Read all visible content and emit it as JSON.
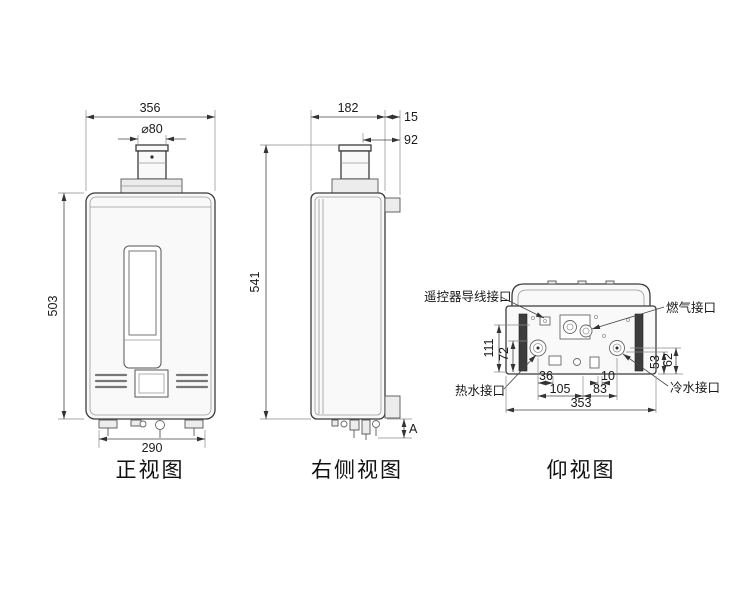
{
  "front": {
    "title": "正视图",
    "dim_width": "356",
    "dim_flue": "⌀80",
    "dim_height": "503",
    "dim_bottom": "290"
  },
  "side": {
    "title": "右侧视图",
    "dim_depth": "182",
    "dim_back": "15",
    "dim_flue_offset": "92",
    "dim_height": "541",
    "dim_a": "A"
  },
  "bottom": {
    "title": "仰视图",
    "label_remote": "遥控器导线接口",
    "label_gas": "燃气接口",
    "label_hot": "热水接口",
    "label_cold": "冷水接口",
    "dim_111": "111",
    "dim_72": "72",
    "dim_36": "36",
    "dim_10": "10",
    "dim_105": "105",
    "dim_83": "83",
    "dim_353": "353",
    "dim_53": "53",
    "dim_62": "62"
  }
}
